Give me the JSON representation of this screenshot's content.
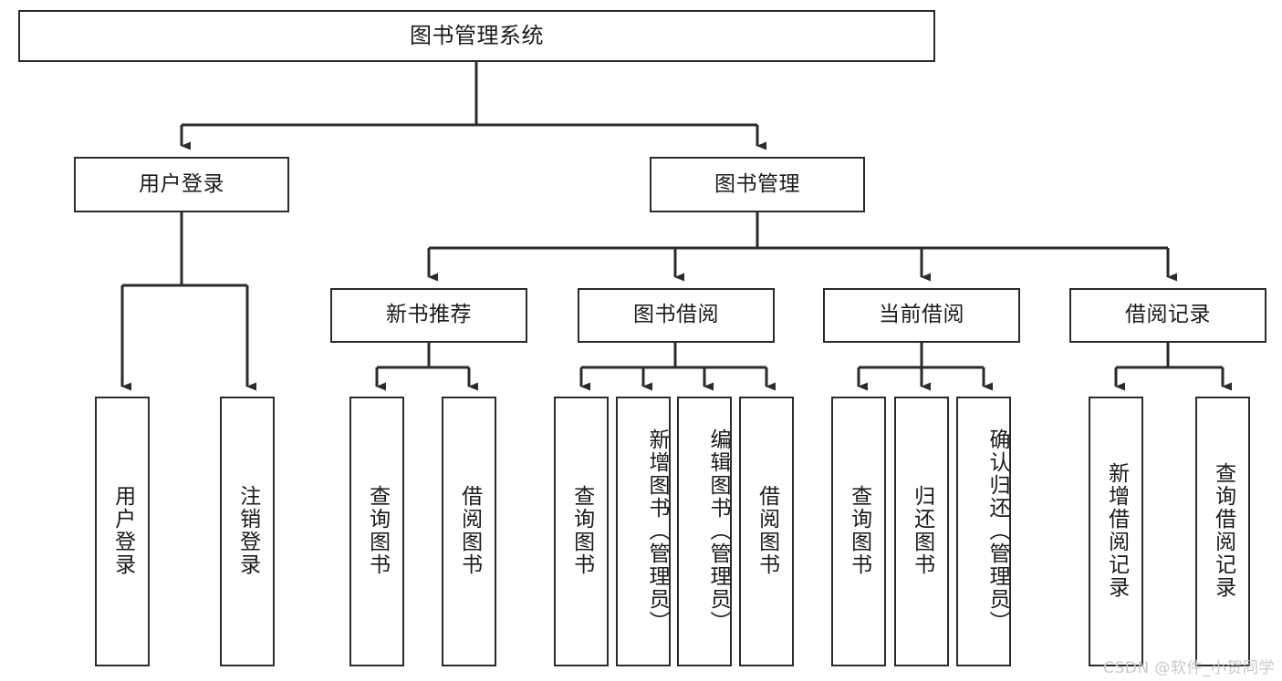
{
  "diagram": {
    "title": "图书管理系统",
    "type": "tree-hierarchy-chart",
    "watermark": "CSDN @软件_小贺同学",
    "colors": {
      "stroke": "#2b2b2b",
      "fill": "#ffffff",
      "text": "#1a1a1a",
      "watermark": "#c9c9c9"
    },
    "nodes": {
      "root": {
        "label": "图书管理系统"
      },
      "level2": [
        {
          "label": "用户登录"
        },
        {
          "label": "图书管理"
        }
      ],
      "level3": [
        {
          "label": "新书推荐"
        },
        {
          "label": "图书借阅"
        },
        {
          "label": "当前借阅"
        },
        {
          "label": "借阅记录"
        }
      ],
      "leaves": {
        "user_login": [
          {
            "label": "用户登录"
          },
          {
            "label": "注销登录"
          }
        ],
        "new_book": [
          {
            "label": "查询图书"
          },
          {
            "label": "借阅图书"
          }
        ],
        "book_borrow": [
          {
            "label": "查询图书"
          },
          {
            "label": "新增图书（管理员）"
          },
          {
            "label": "编辑图书（管理员）"
          },
          {
            "label": "借阅图书"
          }
        ],
        "current_borrow": [
          {
            "label": "查询图书"
          },
          {
            "label": "归还图书"
          },
          {
            "label": "确认归还（管理员）"
          }
        ],
        "borrow_record": [
          {
            "label": "新增借阅记录"
          },
          {
            "label": "查询借阅记录"
          }
        ]
      }
    }
  }
}
